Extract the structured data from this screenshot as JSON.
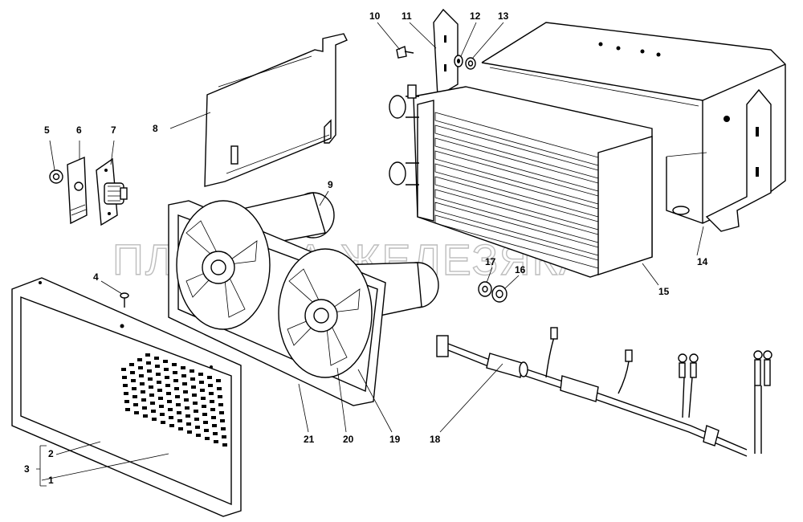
{
  "watermark": "ПЛАНЕТА ЖЕЛЕЗЯКА",
  "callouts": {
    "c1": "1",
    "c2": "2",
    "c3": "3",
    "c4": "4",
    "c5": "5",
    "c6": "6",
    "c7": "7",
    "c8": "8",
    "c9": "9",
    "c10": "10",
    "c11": "11",
    "c12": "12",
    "c13": "13",
    "c14": "14",
    "c15": "15",
    "c16": "16",
    "c17": "17",
    "c18": "18",
    "c19": "19",
    "c20": "20",
    "c21": "21"
  }
}
